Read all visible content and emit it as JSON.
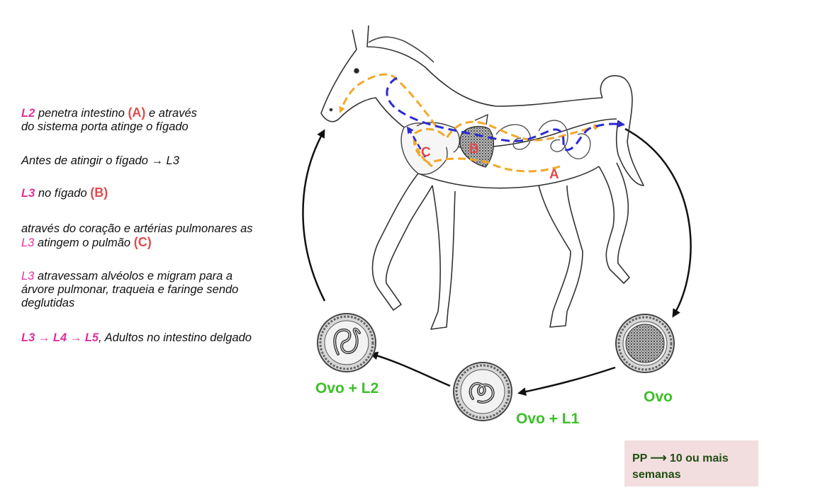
{
  "description": {
    "p1": {
      "tag_l2": "L2",
      "text1": " penetra intestino ",
      "label_a": "(A)",
      "text2": " e através",
      "line2": "do sistema porta atinge o fígado"
    },
    "p2": {
      "text": "Antes de atingir o fígado → L3"
    },
    "p3": {
      "tag_l3": "L3",
      "text": " no fígado ",
      "label_b": "(B)"
    },
    "p4": {
      "line1": "através do coração e artérias pulmonares as",
      "tag_l3": "L3",
      "text": " atingem o pulmão ",
      "label_c": "(C)"
    },
    "p5": {
      "tag_l3": "L3",
      "line1": " atravessam alvéolos e migram para a",
      "line2": "árvore pulmonar, traqueia e faringe sendo",
      "line3": "deglutidas"
    },
    "p6": {
      "sequence": "L3 → L4 → L5",
      "text": ", Adultos no intestino delgado"
    }
  },
  "diagram": {
    "organ_labels": {
      "a": "A",
      "b": "B",
      "c": "C"
    },
    "stages": {
      "egg": "Ovo",
      "egg_l1": "Ovo + L1",
      "egg_l2": "Ovo + L2"
    }
  },
  "note": {
    "line1": "PP ⟶ 10 ou mais",
    "line2": "semanas"
  },
  "colors": {
    "pink": "#e0309a",
    "red_label": "#e24b4b",
    "stage_green": "#3cbf28",
    "migration_orange": "#f2a82a",
    "migration_blue": "#2a2ad6",
    "note_bg": "#f2dede"
  }
}
